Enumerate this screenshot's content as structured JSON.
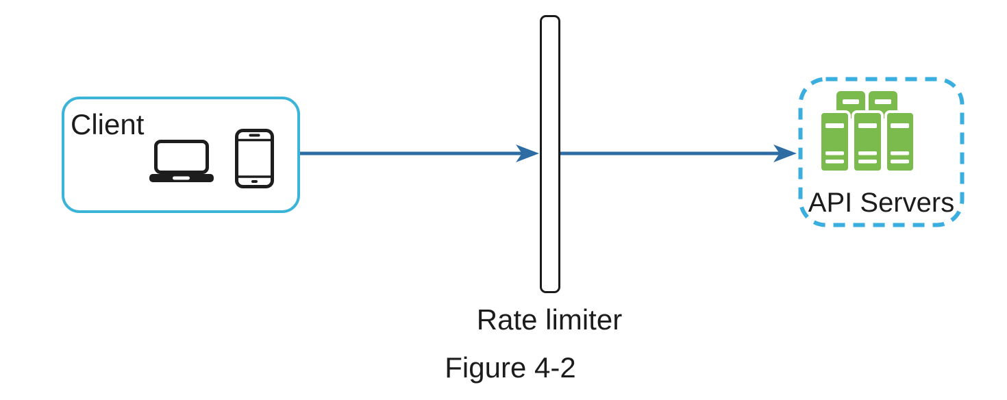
{
  "figure": {
    "caption": "Figure 4-2"
  },
  "nodes": {
    "client": {
      "label": "Client",
      "icons": [
        "laptop-icon",
        "smartphone-icon"
      ]
    },
    "rate_limiter": {
      "label": "Rate limiter"
    },
    "api_servers": {
      "label": "API Servers",
      "icon": "server-cluster-icon"
    }
  },
  "edges": [
    {
      "from": "client",
      "to": "rate_limiter",
      "style": "solid-arrow"
    },
    {
      "from": "rate_limiter",
      "to": "api_servers",
      "style": "solid-arrow"
    }
  ],
  "colors": {
    "background": "#ffffff",
    "client_box_border": "#3cb4d8",
    "api_box_border": "#3aaede",
    "arrow": "#2e6da4",
    "server_green": "#7bba4c",
    "rate_limiter_border": "#1a1a1a",
    "device_icon": "#1d1d1d",
    "text": "#1c1c1c"
  }
}
